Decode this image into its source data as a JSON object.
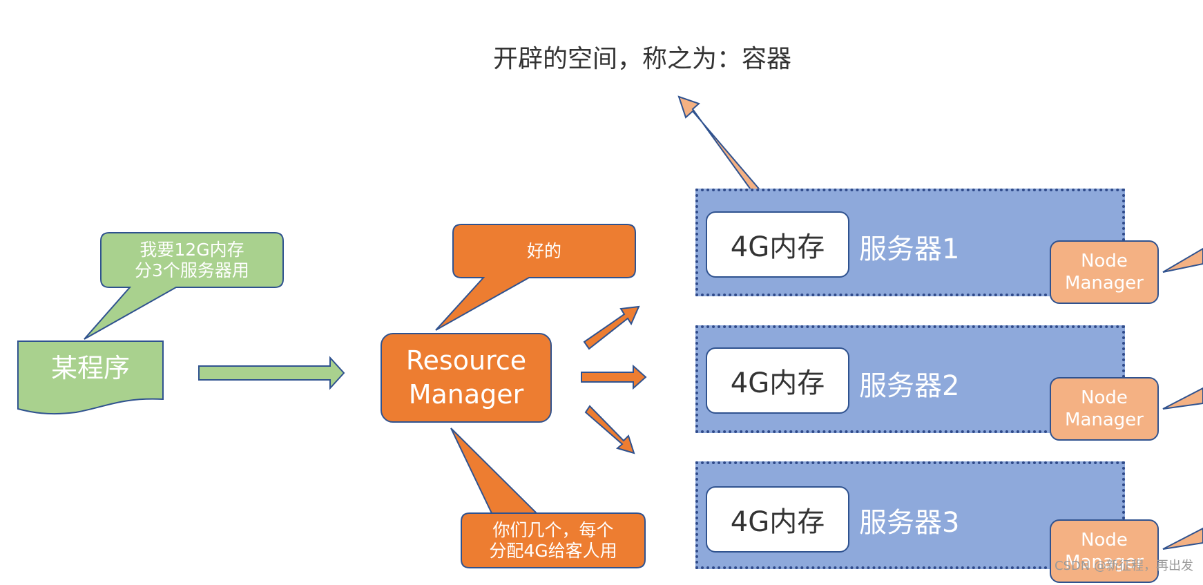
{
  "caption": "开辟的空间，称之为：容器",
  "program": {
    "label": "某程序",
    "request_bubble": "我要12G内存\n分3个服务器用"
  },
  "resource_manager": {
    "label": "Resource\nManager",
    "reply_bubble": "好的",
    "allocation_bubble": "你们几个，每个\n分配4G给客人用"
  },
  "servers": [
    {
      "name": "服务器1",
      "memory": "4G内存",
      "node_manager": "Node\nManager"
    },
    {
      "name": "服务器2",
      "memory": "4G内存",
      "node_manager": "Node\nManager"
    },
    {
      "name": "服务器3",
      "memory": "4G内存",
      "node_manager": "Node\nManager"
    }
  ],
  "watermark": "CSDN @新征程，再出发",
  "colors": {
    "green": "#A9D18E",
    "orange": "#ED7D31",
    "light_orange": "#F4B183",
    "blue": "#8EA9DB",
    "outline": "#2F528F"
  }
}
